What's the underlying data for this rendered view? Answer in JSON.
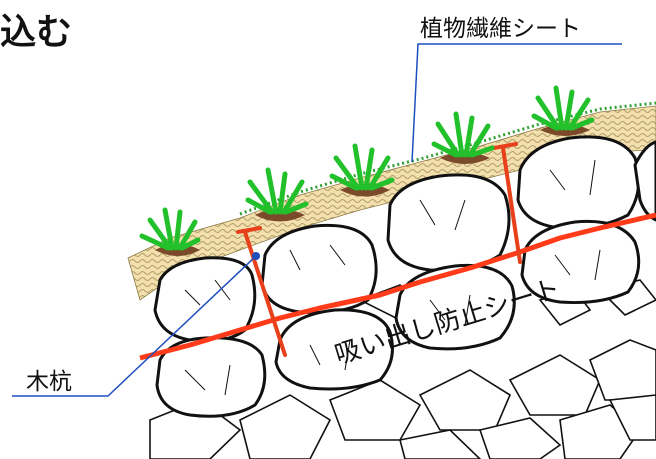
{
  "title": "込む",
  "labels": {
    "plant_fiber_sheet": "植物繊維シート",
    "wooden_stake": "木杭",
    "suction_prevention_sheet": "吸い出し防止シート"
  },
  "colors": {
    "callout_line": "#1f4fbf",
    "sheet_red": "#ff3b1a",
    "stake": "#e8401a",
    "grass": "#22c02a",
    "soil": "#7a4a2a",
    "mat_fill": "#f4dfae",
    "mat_wave": "#b0a068",
    "stone_outline": "#111111"
  }
}
